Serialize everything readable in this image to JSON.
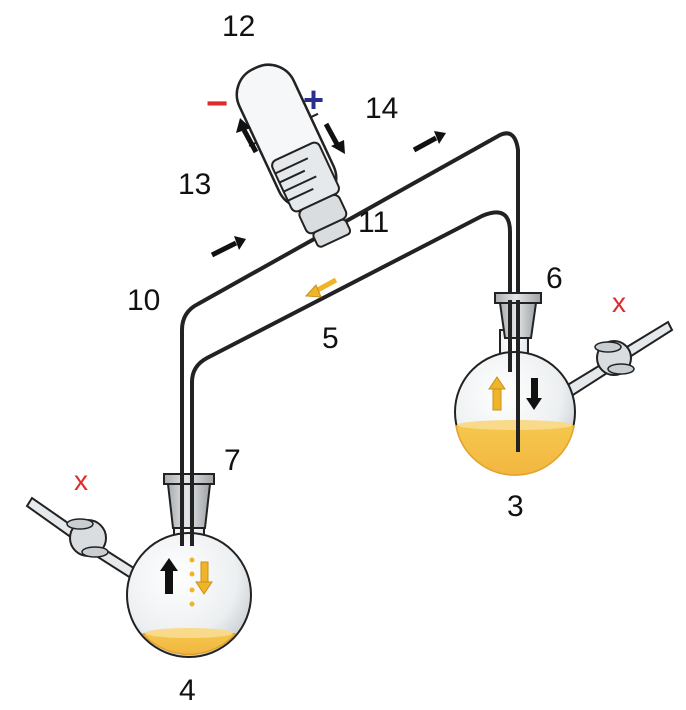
{
  "labels": {
    "l3": "3",
    "l4": "4",
    "l5": "5",
    "l6": "6",
    "l7": "7",
    "l10": "10",
    "l11": "11",
    "l12": "12",
    "l13": "13",
    "l14": "14"
  },
  "signs": {
    "minus": "−",
    "plus": "+"
  },
  "closed_marks": {
    "left_tap": "x",
    "right_tap": "x"
  },
  "colors": {
    "tube": "#222222",
    "liquid": "#F0B429",
    "liquid_light": "#F9DA8A",
    "glass": "#EEF1F3",
    "stopper": "#C9CBCD",
    "minus": "#E02B2B",
    "plus": "#2B2F8C",
    "close_mark": "#E02B2B",
    "flow_black": "#111111",
    "flow_yellow": "#F0B429"
  }
}
